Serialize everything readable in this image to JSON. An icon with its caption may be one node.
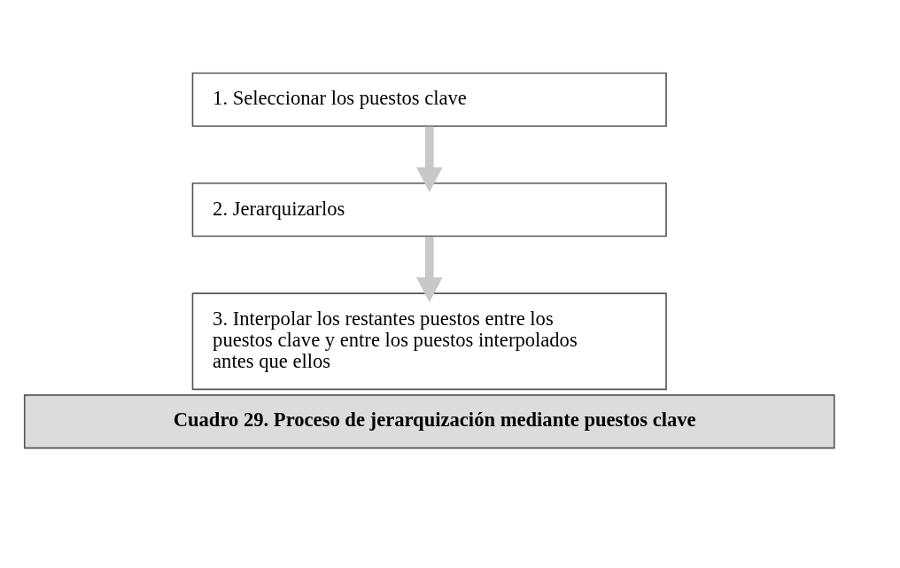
{
  "diagram": {
    "caption": "Cuadro 29. Proceso de jerarquización mediante puestos clave",
    "nodes": [
      {
        "text": [
          "1. Seleccionar los puestos clave"
        ]
      },
      {
        "text": [
          "2. Jerarquizarlos"
        ]
      },
      {
        "text": [
          "3. Interpolar los restantes puestos entre los puestos clave y entre los puestos interpolados antes que ellos"
        ]
      }
    ],
    "edges": [
      {
        "from": 0,
        "to": 1,
        "arrow": "to"
      },
      {
        "from": 1,
        "to": 2,
        "arrow": "to"
      }
    ]
  }
}
